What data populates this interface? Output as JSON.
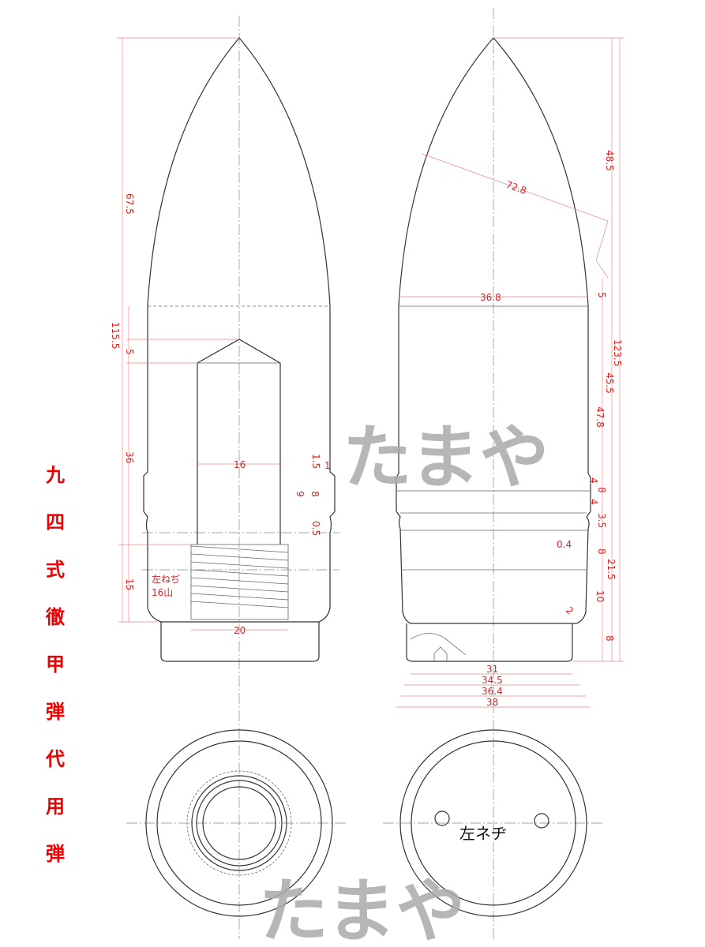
{
  "title_chars": [
    "九",
    "四",
    "式",
    "徹",
    "甲",
    "弾",
    "代",
    "用",
    "弾"
  ],
  "watermark": "たまや",
  "left_view": {
    "dims": {
      "d67_5": "67.5",
      "d115_5": "115.5",
      "d5": "5",
      "d36": "36",
      "d15": "15",
      "d16": "16",
      "d20": "20",
      "d1_5": "1.5",
      "d1": "1",
      "d9": "9",
      "d8": "8",
      "d0_5": "0.5"
    },
    "thread_note_1": "左ねぢ",
    "thread_note_2": "16山"
  },
  "right_view": {
    "dims": {
      "d48_5": "48.5",
      "d72_8": "72.8",
      "d36_8": "36.8",
      "d5": "5",
      "d123_5": "123.5",
      "d45_5": "45.5",
      "d47_8": "47.8",
      "d8a": "8",
      "d4a": "4",
      "d4b": "4",
      "d3_5": "3.5",
      "d0_4": "0.4",
      "d8b": "8",
      "d21_5": "21.5",
      "d10": "10",
      "d2": "2",
      "d8c": "8",
      "d31": "31",
      "d34_5": "34.5",
      "d36_4": "36.4",
      "d38": "38"
    }
  },
  "base_view_note": "左ネヂ"
}
